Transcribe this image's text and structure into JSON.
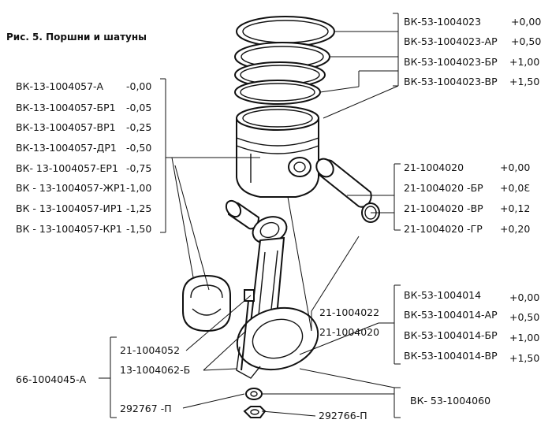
{
  "figure": {
    "title": "Рис. 5. Поршни и шатуны"
  },
  "groups": {
    "rings": [
      {
        "code": "ВК-53-1004023",
        "delta": "+0,00"
      },
      {
        "code": "ВК-53-1004023-АР",
        "delta": "+0,50"
      },
      {
        "code": "ВК-53-1004023-БР",
        "delta": "+1,00"
      },
      {
        "code": "ВК-53-1004023-ВР",
        "delta": "+1,50"
      }
    ],
    "pistons": [
      {
        "code": "ВК-13-1004057-А",
        "delta": "-0,00"
      },
      {
        "code": "ВК-13-1004057-БР1",
        "delta": "-0,05"
      },
      {
        "code": "ВК-13-1004057-ВР1",
        "delta": "-0,25"
      },
      {
        "code": "ВК-13-1004057-ДР1",
        "delta": "-0,50"
      },
      {
        "code": "ВК- 13-1004057-ЕР1",
        "delta": "-0,75"
      },
      {
        "code": "ВК - 13-1004057-ЖР1",
        "delta": "-1,00"
      },
      {
        "code": "ВК - 13-1004057-ИР1",
        "delta": "-1,25"
      },
      {
        "code": "ВК - 13-1004057-КР1",
        "delta": "-1,50"
      }
    ],
    "pins": [
      {
        "code": "21-1004020",
        "delta": "+0,00"
      },
      {
        "code": "21-1004020 -БР",
        "delta": "+0,0Ɛ"
      },
      {
        "code": "21-1004020 -ВР",
        "delta": "+0,12"
      },
      {
        "code": "21-1004020 -ГР",
        "delta": "+0,20"
      }
    ],
    "bearings": [
      {
        "code": "ВК-53-1004014",
        "delta": "+0,00"
      },
      {
        "code": "ВК-53-1004014-АР",
        "delta": "+0,50"
      },
      {
        "code": "ВК-53-1004014-БР",
        "delta": "+1,00"
      },
      {
        "code": "ВК-53-1004014-ВР",
        "delta": "+1,50"
      }
    ]
  },
  "labels": {
    "pin_ring": "21-1004022",
    "pin_center": "21-1004020",
    "bushing": "21-1004052",
    "bolt": "13-1004062-Б",
    "rod_assembly": "66-1004045-А",
    "washer": "292767 -П",
    "nut": "292766-П",
    "nut_set": "ВК- 53-1004060"
  }
}
